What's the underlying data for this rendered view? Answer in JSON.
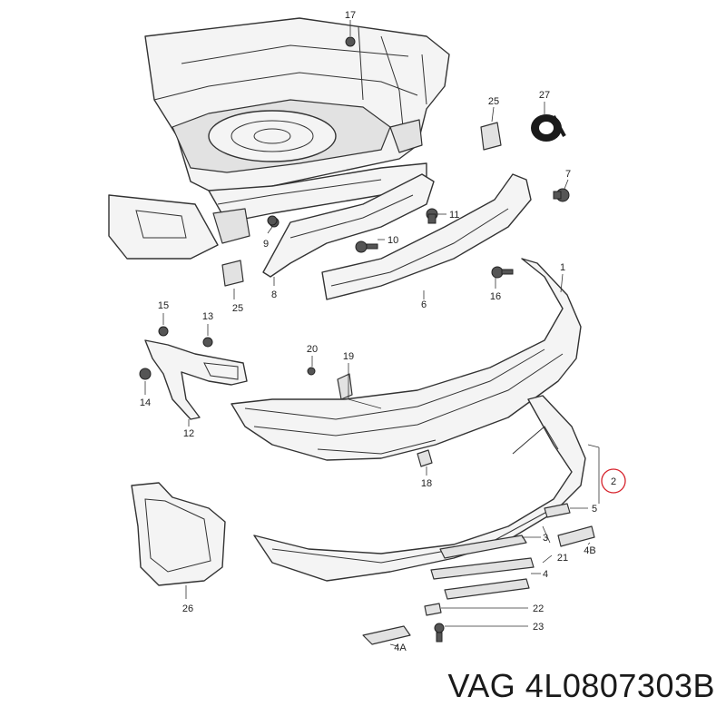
{
  "caption": "VAG 4L0807303B",
  "colors": {
    "highlight": "#d6232c",
    "line": "#333333"
  },
  "labels": {
    "p1": "1",
    "p2": "2",
    "p3": "3",
    "p4": "4",
    "p4a": "4A",
    "p4b": "4B",
    "p5": "5",
    "p6": "6",
    "p7": "7",
    "p8": "8",
    "p9": "9",
    "p10": "10",
    "p11": "11",
    "p12": "12",
    "p13": "13",
    "p14": "14",
    "p15": "15",
    "p16": "16",
    "p17": "17",
    "p18": "18",
    "p19": "19",
    "p20": "20",
    "p21": "21",
    "p22": "22",
    "p23": "23",
    "p25a": "25",
    "p25b": "25",
    "p26": "26",
    "p27": "27"
  }
}
